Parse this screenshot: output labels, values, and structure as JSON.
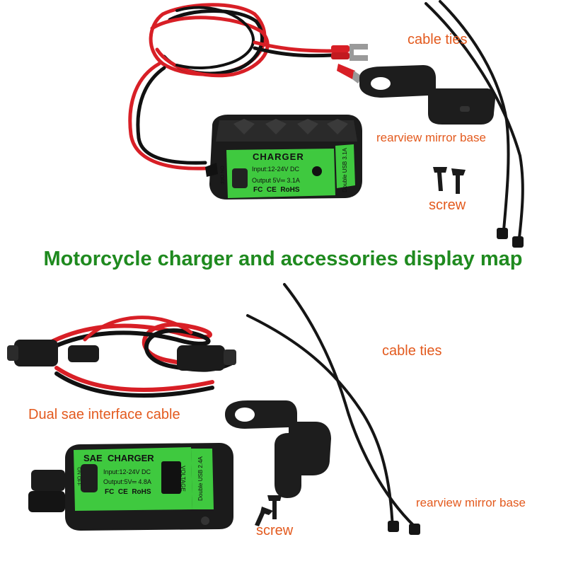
{
  "headline": "Motorcycle charger and accessories display map",
  "top": {
    "cable_ties": "cable ties",
    "mirror_base": "rearview mirror base",
    "screw": "screw",
    "charger": {
      "title": "CHARGER",
      "input": "Input:12-24V DC",
      "output": "Output 5V═ 3.1A",
      "certs": "FC  CE  RoHS",
      "side": "Double USB 3.1A",
      "switch": "ON OFF"
    }
  },
  "bottom": {
    "cable_ties": "cable ties",
    "sae_cable": "Dual sae interface cable",
    "mirror_base": "rearview mirror base",
    "screw": "screw",
    "charger": {
      "title": "SAE  CHARGER",
      "input": "Input:12-24V DC",
      "output": "Output:5V═ 4.8A",
      "certs": "FC  CE  RoHS",
      "side": "Double USB 2.4A",
      "voltage": "VOLTAGE",
      "switch": "ON OFF"
    }
  },
  "colors": {
    "label": "#e35a1e",
    "headline": "#1f8a1f",
    "panel_green": "#3fc93f",
    "wire_red": "#d81f26",
    "wire_black": "#111111"
  }
}
